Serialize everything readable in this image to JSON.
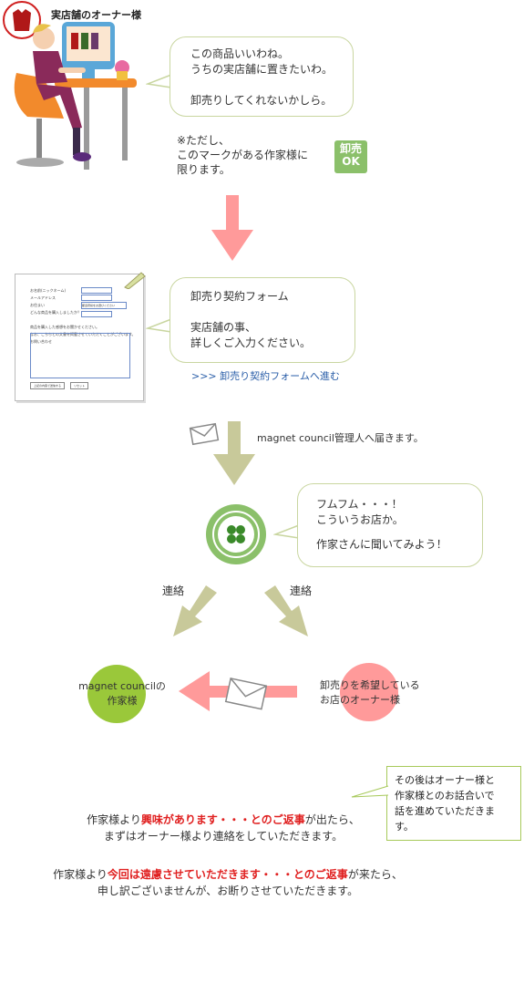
{
  "header": {
    "owner_label": "実店舗のオーナー様"
  },
  "step1": {
    "bubble": [
      "この商品いいわね。",
      "うちの実店舗に置きたいわ。",
      "",
      "卸売りしてくれないかしら。"
    ],
    "note": [
      "※ただし、",
      "このマークがある作家様に",
      "限ります。"
    ],
    "badge": [
      "卸売",
      "OK"
    ]
  },
  "step2": {
    "bubble": [
      "卸売り契約フォーム",
      "",
      "実店舗の事、",
      "詳しくご入力ください。"
    ],
    "link": ">>> 卸売り契約フォームへ進む",
    "form": {
      "rows": [
        "お名前(ニックネーム)",
        "メールアドレス",
        "お住まい",
        "どんな商品を購入しましたか？",
        "",
        "商品を購入した感想をお聞かせください。",
        "なお、こちらとの文書を掲載させていただくことがございます。",
        "",
        "お問い合わせ"
      ],
      "select": "都道府県をお選びください",
      "buttons": [
        "上記の内容で送信する",
        "リセット"
      ]
    }
  },
  "step3": {
    "mail_text": "magnet council管理人へ届きます。",
    "bubble": [
      "フムフム・・・！",
      "こういうお店か。",
      "",
      "作家さんに聞いてみよう！"
    ]
  },
  "step4": {
    "contact_left": "連絡",
    "contact_right": "連絡",
    "artist": [
      "magnet councilの",
      "作家様"
    ],
    "owner": [
      "卸売りを希望している",
      "お店のオーナー様"
    ]
  },
  "footer": {
    "note_box": [
      "その後はオーナー様と",
      "作家様とのお話合いで",
      "話を進めていただきます。"
    ],
    "line1_a": "作家様より",
    "line1_red": "興味があります・・・とのご返事",
    "line1_b": "が出たら、",
    "line2": "まずはオーナー様より連絡をしていただきます。",
    "line3_a": "作家様より",
    "line3_red": "今回は遠慮させていただきます・・・とのご返事",
    "line3_b": "が来たら、",
    "line4": "申し訳ございませんが、お断りさせていただきます。"
  },
  "colors": {
    "green": "#8bc06a",
    "pink": "#ff9a9a",
    "olive": "#c8c99a",
    "bubble_border": "#c9d6a0"
  }
}
